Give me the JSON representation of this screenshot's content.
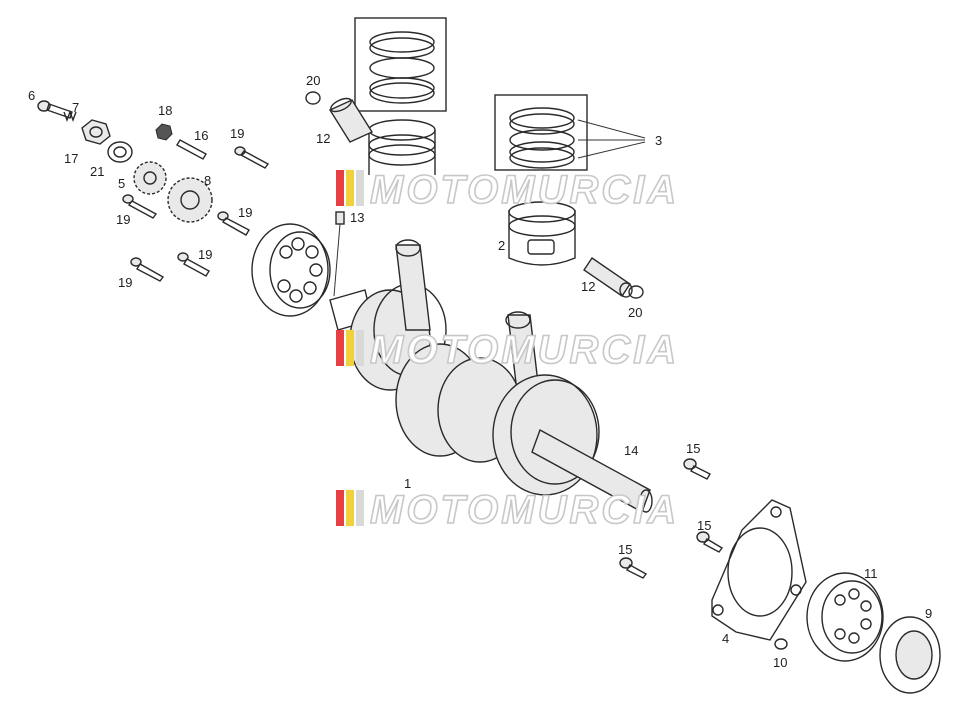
{
  "watermark": {
    "text": "MOTOMURCIA",
    "stripe_colors": [
      "#e84040",
      "#f2d23c",
      "#d9d9d9"
    ]
  },
  "callouts": {
    "c1": "1",
    "c2": "2",
    "c3": "3",
    "c4": "4",
    "c5": "5",
    "c6": "6",
    "c7": "7",
    "c8": "8",
    "c9": "9",
    "c10": "10",
    "c11": "11",
    "c12a": "12",
    "c12b": "12",
    "c13": "13",
    "c14": "14",
    "c15a": "15",
    "c15b": "15",
    "c15c": "15",
    "c16": "16",
    "c17": "17",
    "c18": "18",
    "c19a": "19",
    "c19b": "19",
    "c19c": "19",
    "c19d": "19",
    "c19e": "19",
    "c20a": "20",
    "c20b": "20",
    "c21": "21"
  }
}
